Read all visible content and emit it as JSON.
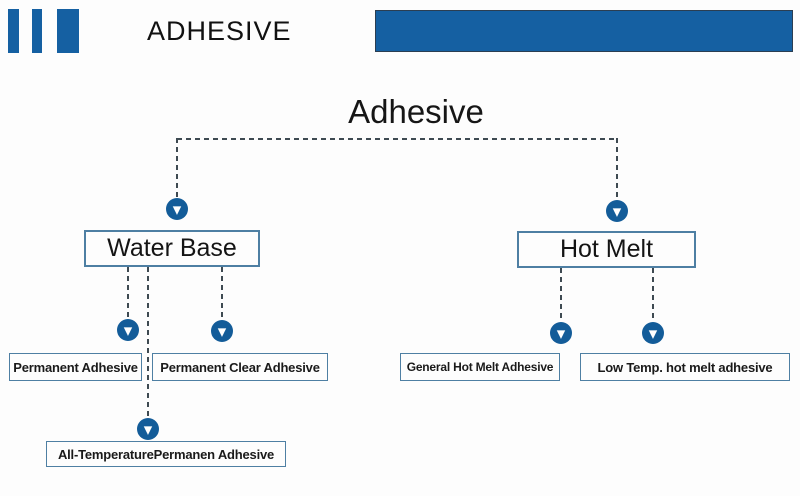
{
  "header": {
    "title": "ADHESIVE",
    "logo_bar_count": 3
  },
  "colors": {
    "accent_blue": "#1560A2",
    "arrow_blue": "#135C99",
    "box_border": "#4E7FA3",
    "dash_line": "#3E4A52",
    "text_dark": "#1C1C1C"
  },
  "icons": {
    "arrow_down": "▼"
  },
  "diagram": {
    "root_label": "Adhesive",
    "branches": [
      {
        "label": "Water Base",
        "children": [
          "Permanent Adhesive",
          "Permanent Clear Adhesive",
          "All-TemperaturePermanen Adhesive"
        ]
      },
      {
        "label": "Hot Melt",
        "children": [
          "General Hot Melt Adhesive",
          "Low Temp. hot melt adhesive"
        ]
      }
    ]
  }
}
